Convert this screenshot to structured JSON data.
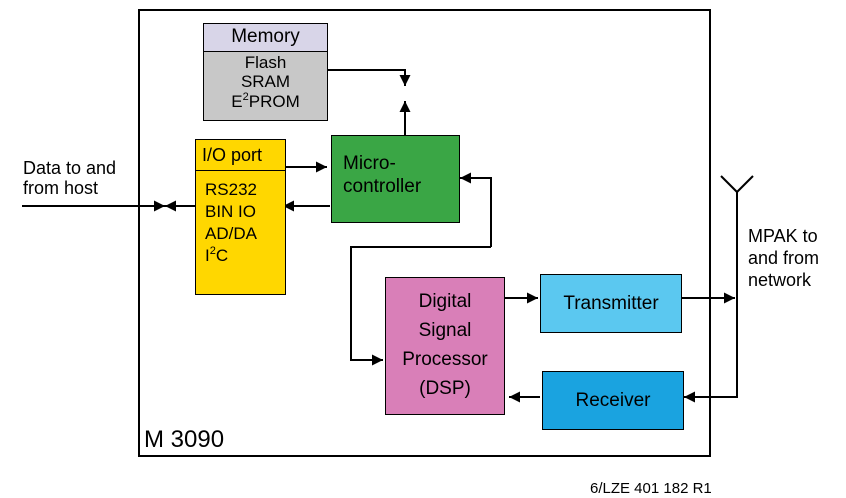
{
  "labels": {
    "host_line1": "Data to and",
    "host_line2": "from host",
    "network_line1": "MPAK to",
    "network_line2": "and from",
    "network_line3": "network",
    "module_name": "M 3090",
    "doc_ref": "6/LZE 401 182 R1"
  },
  "memory": {
    "title": "Memory",
    "item1": "Flash",
    "item2": "SRAM",
    "item3_prefix": "E",
    "item3_sup": "2",
    "item3_suffix": "PROM"
  },
  "io_port": {
    "title": "I/O port",
    "item1": "RS232",
    "item2": "BIN IO",
    "item3": "AD/DA",
    "item4_prefix": "I",
    "item4_sup": "2",
    "item4_suffix": "C"
  },
  "microcontroller": {
    "line1": "Micro-",
    "line2": "controller"
  },
  "dsp": {
    "line1": "Digital",
    "line2": "Signal",
    "line3": "Processor",
    "line4": "(DSP)"
  },
  "transmitter": {
    "label": "Transmitter"
  },
  "receiver": {
    "label": "Receiver"
  },
  "colors": {
    "memory_header": "#d8d5e8",
    "memory_body": "#c8c8c8",
    "io_port": "#ffd700",
    "microcontroller": "#3aa645",
    "dsp": "#d97fb8",
    "transmitter": "#5bc8f0",
    "receiver": "#1aa3e0"
  },
  "icons": {
    "antenna": "antenna-icon"
  }
}
